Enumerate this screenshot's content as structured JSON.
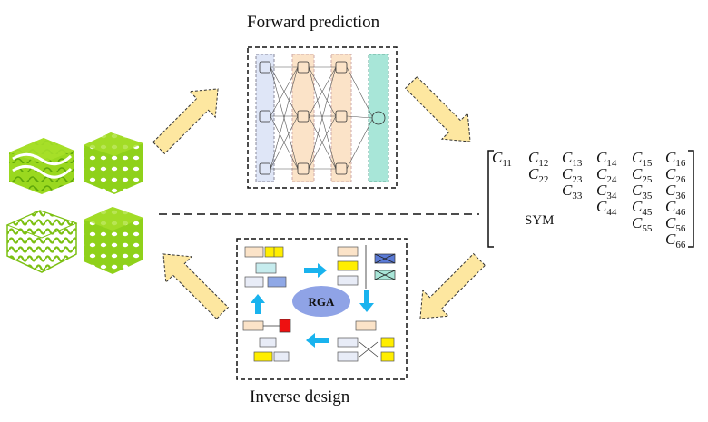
{
  "titles": {
    "forward": "Forward prediction",
    "inverse": "Inverse design"
  },
  "ga_label": "RGA",
  "matrix": {
    "symbol": "C",
    "sym_label": "SYM",
    "cells": [
      "11",
      "12",
      "13",
      "14",
      "15",
      "16",
      "22",
      "23",
      "24",
      "25",
      "26",
      "33",
      "34",
      "35",
      "36",
      "44",
      "45",
      "46",
      "55",
      "56",
      "66"
    ]
  },
  "colors": {
    "lattice": "#8fd11a",
    "arrow_fill": "#fde7a0",
    "input_layer": "#dfe6f7",
    "hidden_layer": "#fbe3c8",
    "output_layer": "#a8e6d8",
    "cyan_arrow": "#19b3ee",
    "ellipse": "#8fa3e6",
    "gene_yellow": "#ffee00",
    "gene_red": "#ee1111"
  }
}
